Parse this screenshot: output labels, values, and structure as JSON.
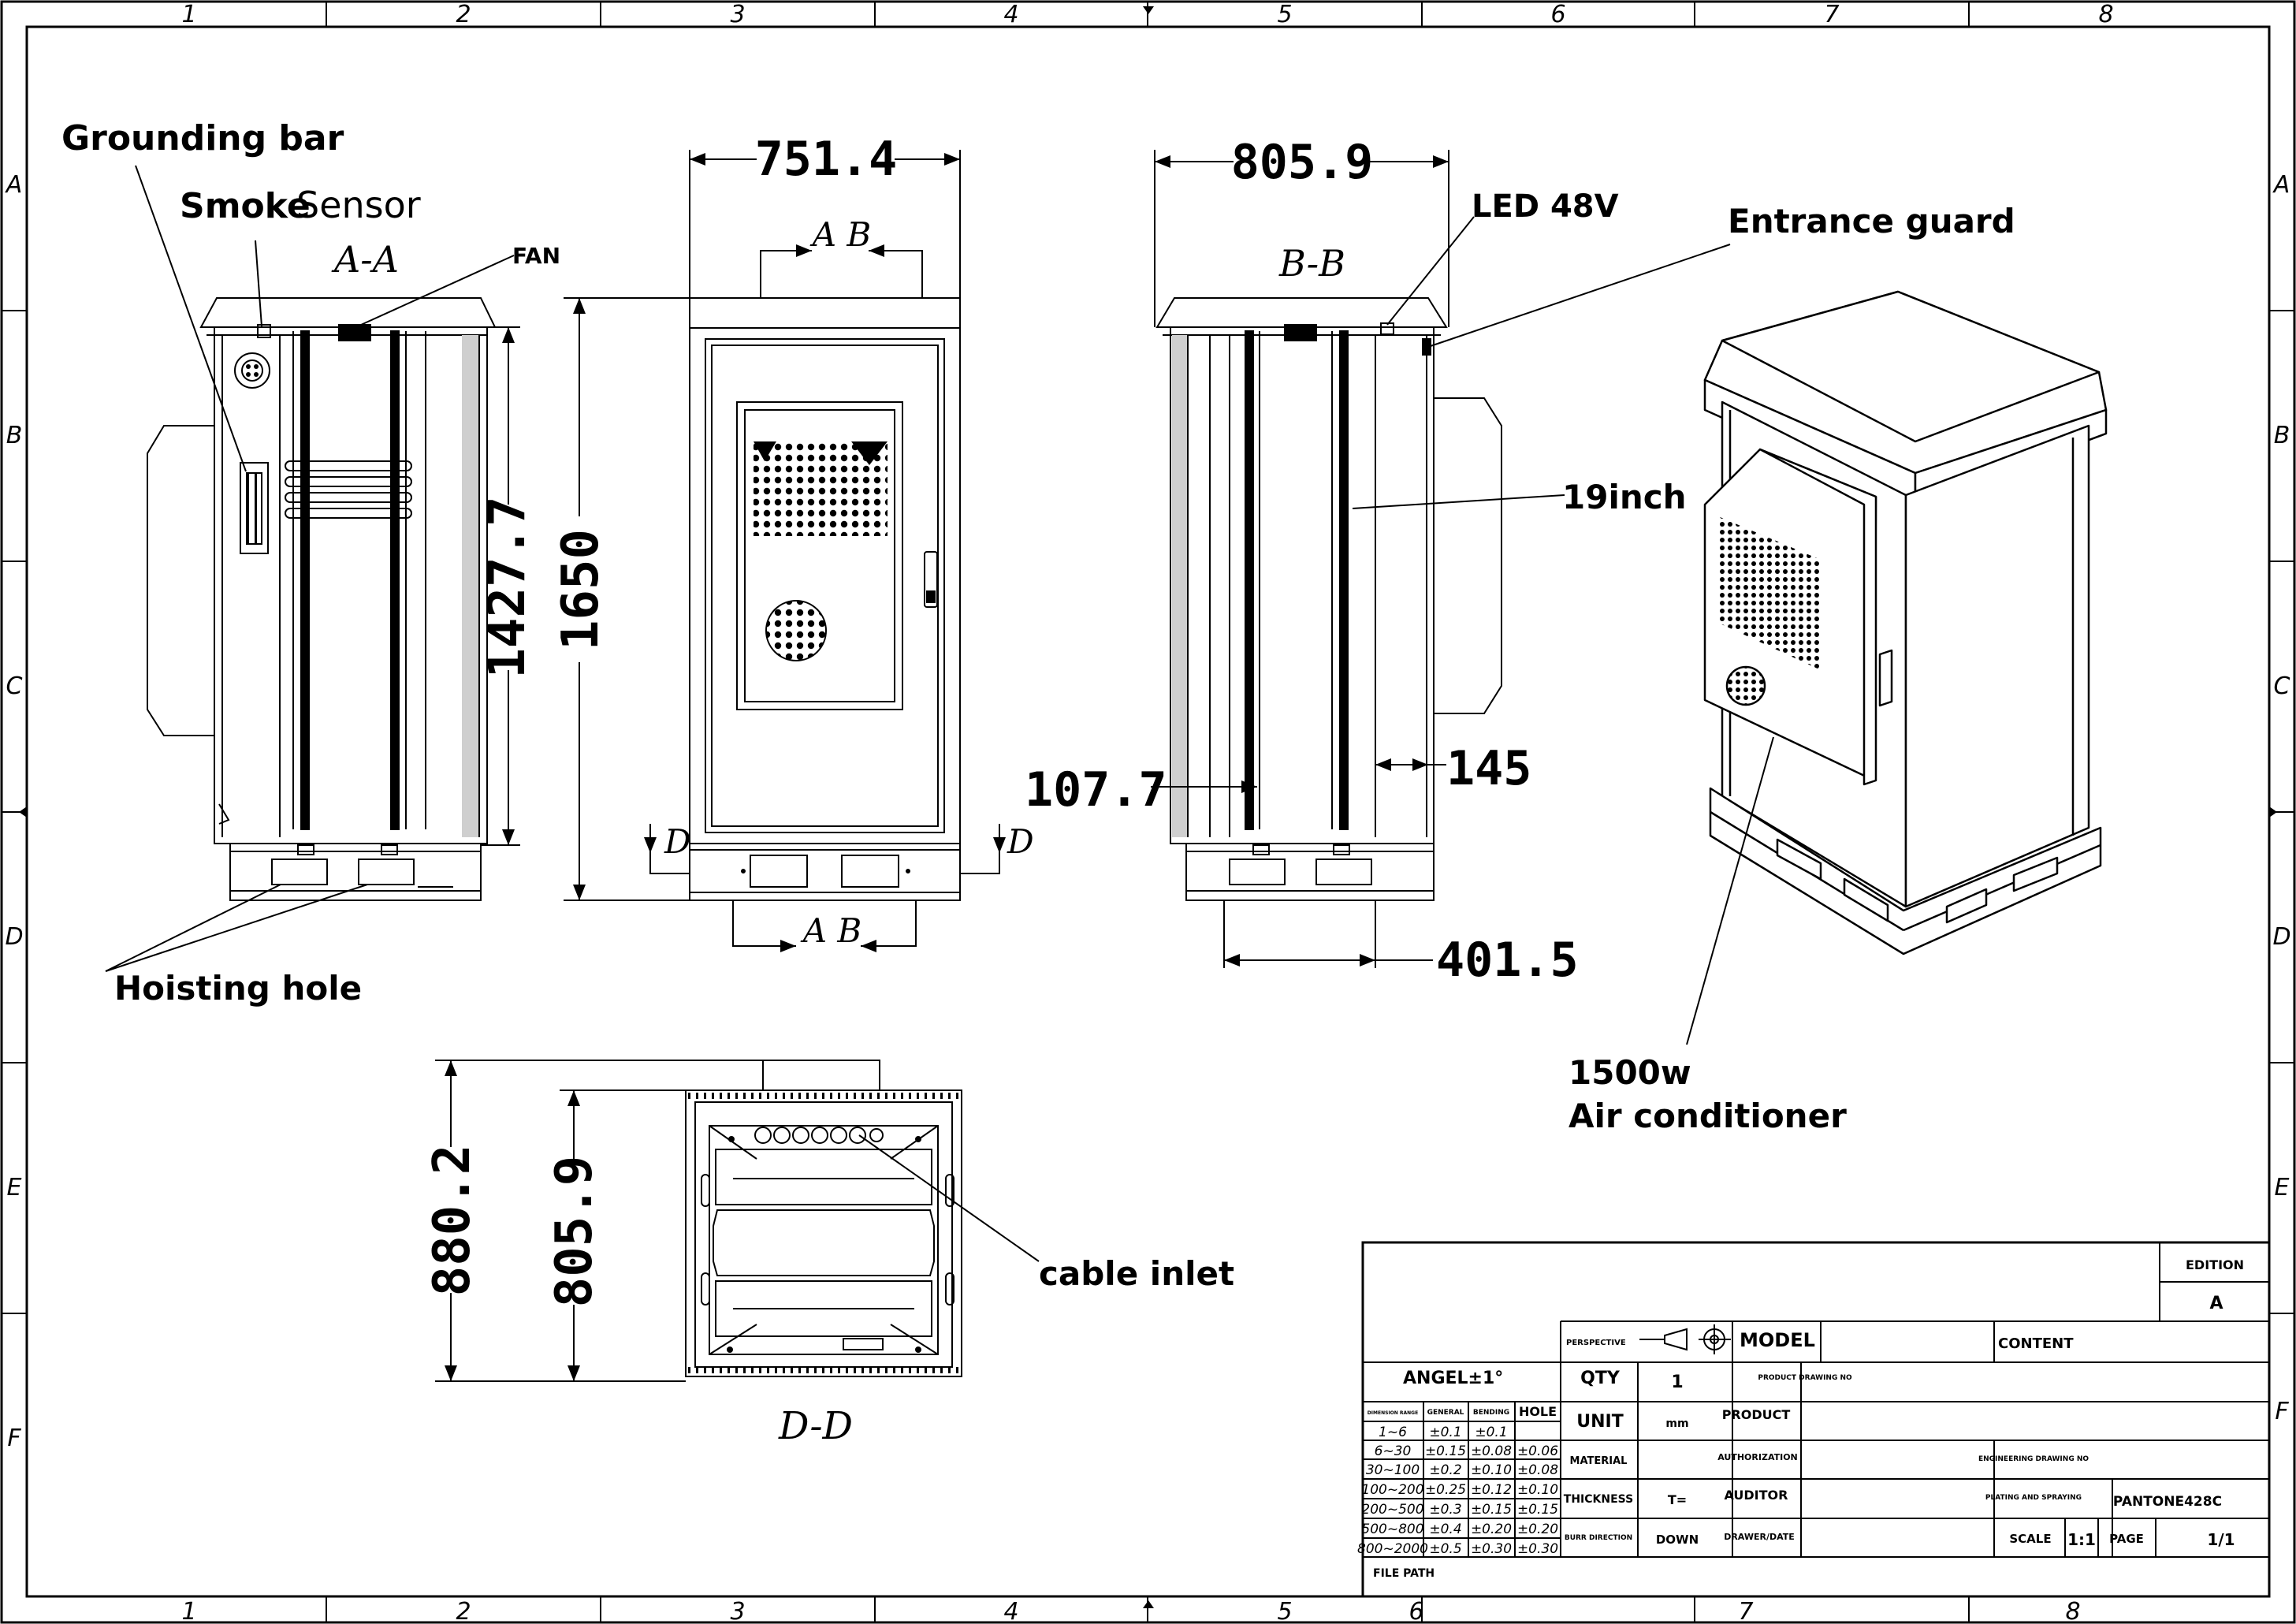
{
  "border": {
    "top_numbers": [
      "1",
      "2",
      "3",
      "4",
      "5",
      "6",
      "7",
      "8"
    ],
    "bottom_numbers": [
      "1",
      "2",
      "3",
      "4",
      "5",
      "6",
      "7",
      "8"
    ],
    "side_letters": [
      "A",
      "B",
      "C",
      "D",
      "E",
      "F"
    ]
  },
  "labels": {
    "grounding_bar": "Grounding bar",
    "smoke": "Smoke",
    "sensor": "Sensor",
    "fan": "FAN",
    "section_aa": "A-A",
    "section_bb": "B-B",
    "section_dd": "D-D",
    "hoisting_hole": "Hoisting hole",
    "led": "LED 48V",
    "entrance_guard": "Entrance guard",
    "rack": "19inch",
    "ac_power": "1500w",
    "ac_name": "Air conditioner",
    "cable_inlet": "cable inlet",
    "ab_top": "A B",
    "ab_bottom": "A B",
    "d_left": "D",
    "d_right": "D"
  },
  "dimensions": {
    "width_front": "751.4",
    "depth_side": "805.9",
    "height_inner": "1427.7",
    "height_total": "1650",
    "offset_left": "107.7",
    "offset_right": "145",
    "base_width": "401.5",
    "plan_outer": "880.2",
    "plan_inner": "805.9"
  },
  "title_block": {
    "edition_label": "EDITION",
    "edition_value": "A",
    "perspective": "PERSPECTIVE",
    "model": "MODEL",
    "content": "CONTENT",
    "angel": "ANGEL±1°",
    "qty": "QTY",
    "qty_value": "1",
    "product_drawing_no": "PRODUCT DRAWING NO",
    "tol_head": [
      "DIMENSION RANGE",
      "GENERAL",
      "BENDING",
      "HOLE"
    ],
    "tol_rows": [
      [
        "1~6",
        "±0.1",
        "±0.1",
        ""
      ],
      [
        "6~30",
        "±0.15",
        "±0.08",
        "±0.06"
      ],
      [
        "30~100",
        "±0.2",
        "±0.10",
        "±0.08"
      ],
      [
        "100~200",
        "±0.25",
        "±0.12",
        "±0.10"
      ],
      [
        "200~500",
        "±0.3",
        "±0.15",
        "±0.15"
      ],
      [
        "500~800",
        "±0.4",
        "±0.20",
        "±0.20"
      ],
      [
        "800~2000",
        "±0.5",
        "±0.30",
        "±0.30"
      ]
    ],
    "unit": "UNIT",
    "unit_value": "mm",
    "product": "PRODUCT",
    "material": "MATERIAL",
    "authorization": "AUTHORIZATION",
    "engineering_drawing_no": "ENGINEERING DRAWING NO",
    "thickness": "THICKNESS",
    "thickness_value": "T=",
    "auditor": "AUDITOR",
    "plating": "PLATING AND SPRAYING",
    "plating_value": "PANTONE428C",
    "burr": "BURR DIRECTION",
    "burr_value": "DOWN",
    "drawer": "DRAWER/DATE",
    "scale": "SCALE",
    "scale_value": "1:1",
    "page": "PAGE",
    "page_value": "1/1",
    "file_path": "FILE PATH"
  }
}
